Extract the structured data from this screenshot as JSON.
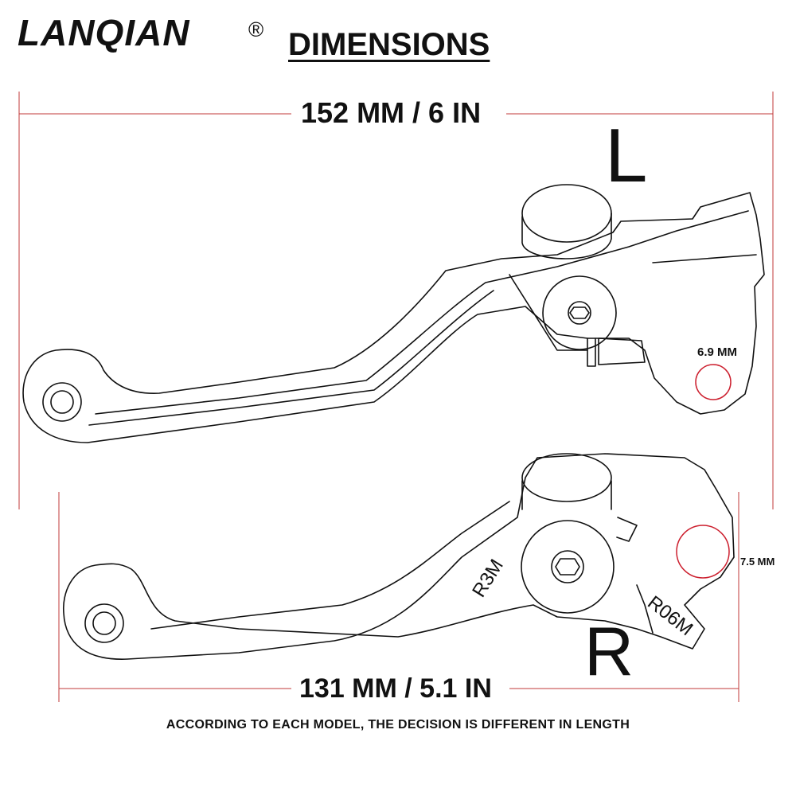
{
  "brand": {
    "name": "LANQIAN",
    "mark": "®"
  },
  "title": "DIMENSIONS",
  "dimensions": {
    "left_lever_length": "152 MM / 6 IN",
    "right_lever_length": "131 MM / 5.1 IN",
    "left_hole": "6.9 MM",
    "right_hole": "7.5 MM"
  },
  "sides": {
    "left": "L",
    "right": "R"
  },
  "engravings": {
    "model": "R3M",
    "code": "R06M"
  },
  "note": "ACCORDING TO EACH MODEL, THE DECISION IS DIFFERENT IN LENGTH",
  "colors": {
    "line": "#111111",
    "dimension_line": "#c23a3a",
    "hole_marker": "#cc1f2e"
  }
}
